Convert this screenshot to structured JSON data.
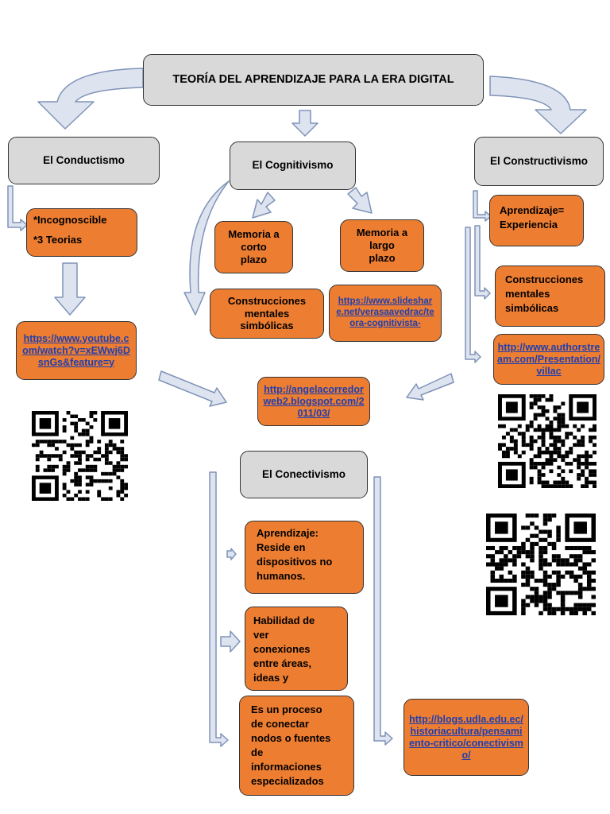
{
  "title": "TEORÍA DEL APRENDIZAJE PARA LA ERA DIGITAL",
  "conductismo": {
    "heading": "El Conductismo",
    "item1": "*Incognoscible",
    "item2": "*3 Teorias",
    "link": "https://www.youtube.com/watch?v=xEWwj6DsnGs&feature=y"
  },
  "cognitivismo": {
    "heading": "El Cognitivismo",
    "corto": "Memoria a\ncorto\nplazo",
    "largo": "Memoria a\nlargo\nplazo",
    "construcciones": "Construcciones\nmentales\nsimbólicas",
    "link": "https://www.slideshare.net/verasaavedrac/teora-cognitivista-"
  },
  "constructivismo": {
    "heading": "El Constructivismo",
    "aprendizaje": "Aprendizaje=\nExperiencia",
    "construcciones": "Construcciones\nmentales\nsimbólicas",
    "link": "http://www.authorstream.com/Presentation/villac"
  },
  "center_link": "http://angelacorredorweb2.blogspot.com/2011/03/",
  "conectivismo": {
    "heading": "El Conectivismo",
    "box1": "Aprendizaje:\nReside en\ndispositivos no\nhumanos.",
    "box2": "Habilidad de\nver\nconexiones\nentre áreas,\nideas y",
    "box3": "Es un proceso\nde conectar\nnodos o fuentes\nde\ninformaciones\nespecializados",
    "link": "http://blogs.udla.edu.ec/historiacultura/pensamiento-critico/conectivismo/"
  },
  "colors": {
    "box_gray": "#d9d9d9",
    "box_orange": "#ed7d31",
    "arrow_fill": "#dde3ef",
    "arrow_stroke": "#7f93b8",
    "link": "#1f3fb0"
  },
  "qr_icons": [
    "qr-code-icon",
    "qr-code-icon",
    "qr-code-icon"
  ]
}
